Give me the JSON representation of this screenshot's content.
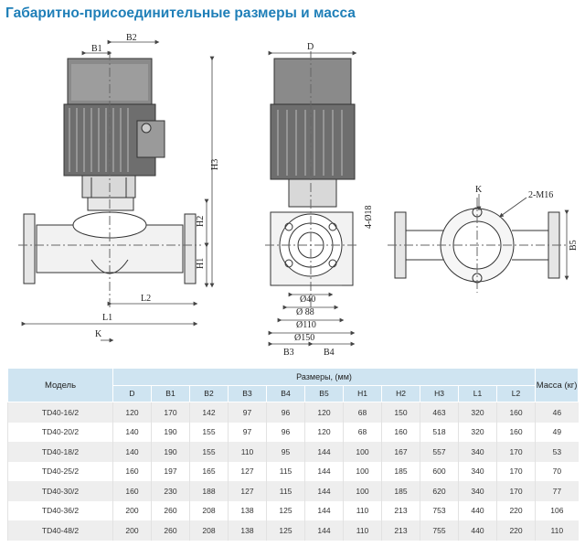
{
  "title": "Габаритно-присоединительные размеры и масса",
  "drawing": {
    "labels": {
      "b1": "B1",
      "b2": "B2",
      "d": "D",
      "h1": "H1",
      "h2": "H2",
      "h3": "H3",
      "l1": "L1",
      "l2": "L2",
      "k1": "K",
      "k2": "K",
      "b3": "B3",
      "b4": "B4",
      "b5": "B5",
      "bolts": "4-Ø18",
      "flange": "2-M16",
      "d40": "Ø40",
      "d88": "Ø 88",
      "d110": "Ø110",
      "d150": "Ø150"
    },
    "colors": {
      "line": "#333333",
      "motor": "#7a7a7a",
      "dim": "#444444"
    }
  },
  "table": {
    "model_header": "Модель",
    "group_header": "Размеры, (мм)",
    "mass_header": "Масса (кг)",
    "columns": [
      "D",
      "B1",
      "B2",
      "B3",
      "B4",
      "B5",
      "H1",
      "H2",
      "H3",
      "L1",
      "L2"
    ],
    "rows": [
      {
        "model": "TD40-16/2",
        "values": [
          "120",
          "170",
          "142",
          "97",
          "96",
          "120",
          "68",
          "150",
          "463",
          "320",
          "160"
        ],
        "mass": "46"
      },
      {
        "model": "TD40-20/2",
        "values": [
          "140",
          "190",
          "155",
          "97",
          "96",
          "120",
          "68",
          "160",
          "518",
          "320",
          "160"
        ],
        "mass": "49"
      },
      {
        "model": "TD40-18/2",
        "values": [
          "140",
          "190",
          "155",
          "110",
          "95",
          "144",
          "100",
          "167",
          "557",
          "340",
          "170"
        ],
        "mass": "53"
      },
      {
        "model": "TD40-25/2",
        "values": [
          "160",
          "197",
          "165",
          "127",
          "115",
          "144",
          "100",
          "185",
          "600",
          "340",
          "170"
        ],
        "mass": "70"
      },
      {
        "model": "TD40-30/2",
        "values": [
          "160",
          "230",
          "188",
          "127",
          "115",
          "144",
          "100",
          "185",
          "620",
          "340",
          "170"
        ],
        "mass": "77"
      },
      {
        "model": "TD40-36/2",
        "values": [
          "200",
          "260",
          "208",
          "138",
          "125",
          "144",
          "110",
          "213",
          "753",
          "440",
          "220"
        ],
        "mass": "106"
      },
      {
        "model": "TD40-48/2",
        "values": [
          "200",
          "260",
          "208",
          "138",
          "125",
          "144",
          "110",
          "213",
          "755",
          "440",
          "220"
        ],
        "mass": "110"
      }
    ]
  }
}
